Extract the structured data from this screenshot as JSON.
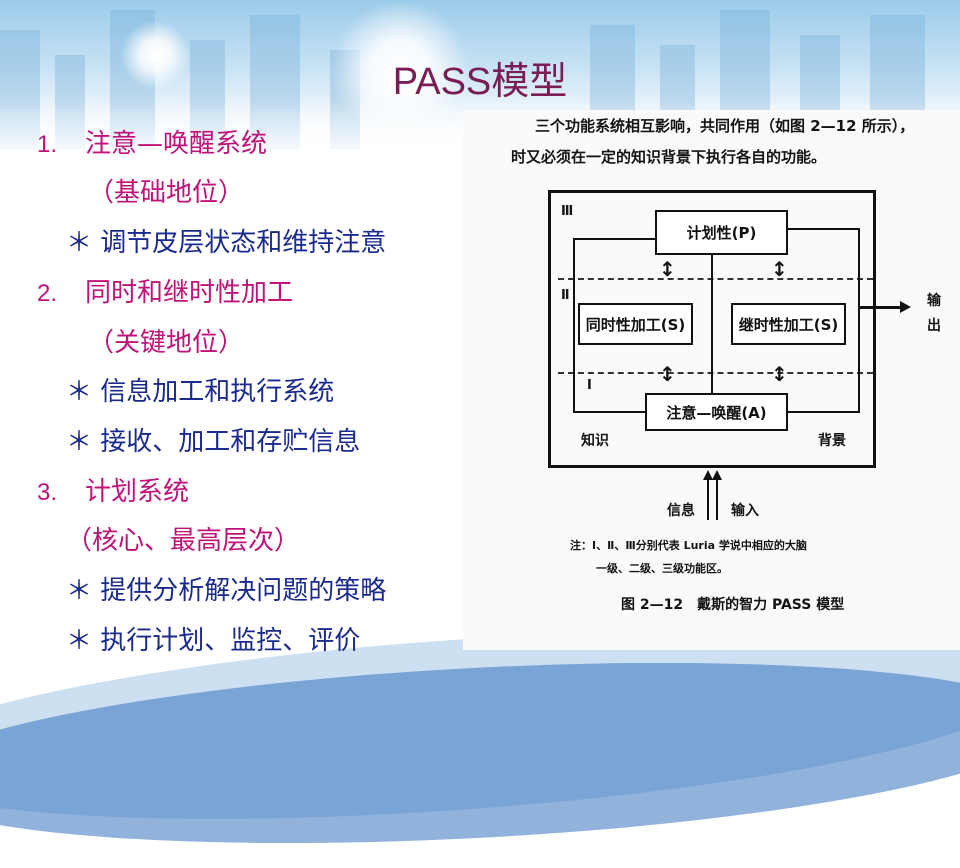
{
  "slide_title": "PASS模型",
  "outline": [
    {
      "num": "1.",
      "text": "注意—唤醒系统"
    },
    {
      "text": "（基础地位）"
    },
    {
      "text": "＊ 调节皮层状态和维持注意"
    },
    {
      "num": "2.",
      "text": "同时和继时性加工"
    },
    {
      "text": "（关键地位）"
    },
    {
      "text": "＊ 信息加工和执行系统"
    },
    {
      "text": "＊ 接收、加工和存贮信息"
    },
    {
      "num": "3.",
      "text": "计划系统"
    },
    {
      "text": "（核心、最高层次）"
    },
    {
      "text": "＊ 提供分析解决问题的策略"
    },
    {
      "text": "＊ 执行计划、监控、评价"
    }
  ],
  "figure": {
    "intro_line1": "三个功能系统相互影响，共同作用（如图 2—12 所示），",
    "intro_line2": "时又必须在一定的知识背景下执行各自的功能。",
    "level_3": "Ⅲ",
    "level_2": "Ⅱ",
    "level_1": "Ⅰ",
    "planning_box": "计划性(P)",
    "simultaneous_box": "同时性加工(S)",
    "successive_box": "继时性加工(S)",
    "attention_box": "注意—唤醒(A)",
    "knowledge_label": "知识",
    "background_label": "背景",
    "output_label_1": "输",
    "output_label_2": "出",
    "info_label": "信息",
    "input_label": "输入",
    "note_line1": "注：Ⅰ、Ⅱ、Ⅲ分别代表 Luria 学说中相应的大脑",
    "note_line2": "一级、二级、三级功能区。",
    "caption": "图 2—12　戴斯的智力 PASS 模型"
  }
}
